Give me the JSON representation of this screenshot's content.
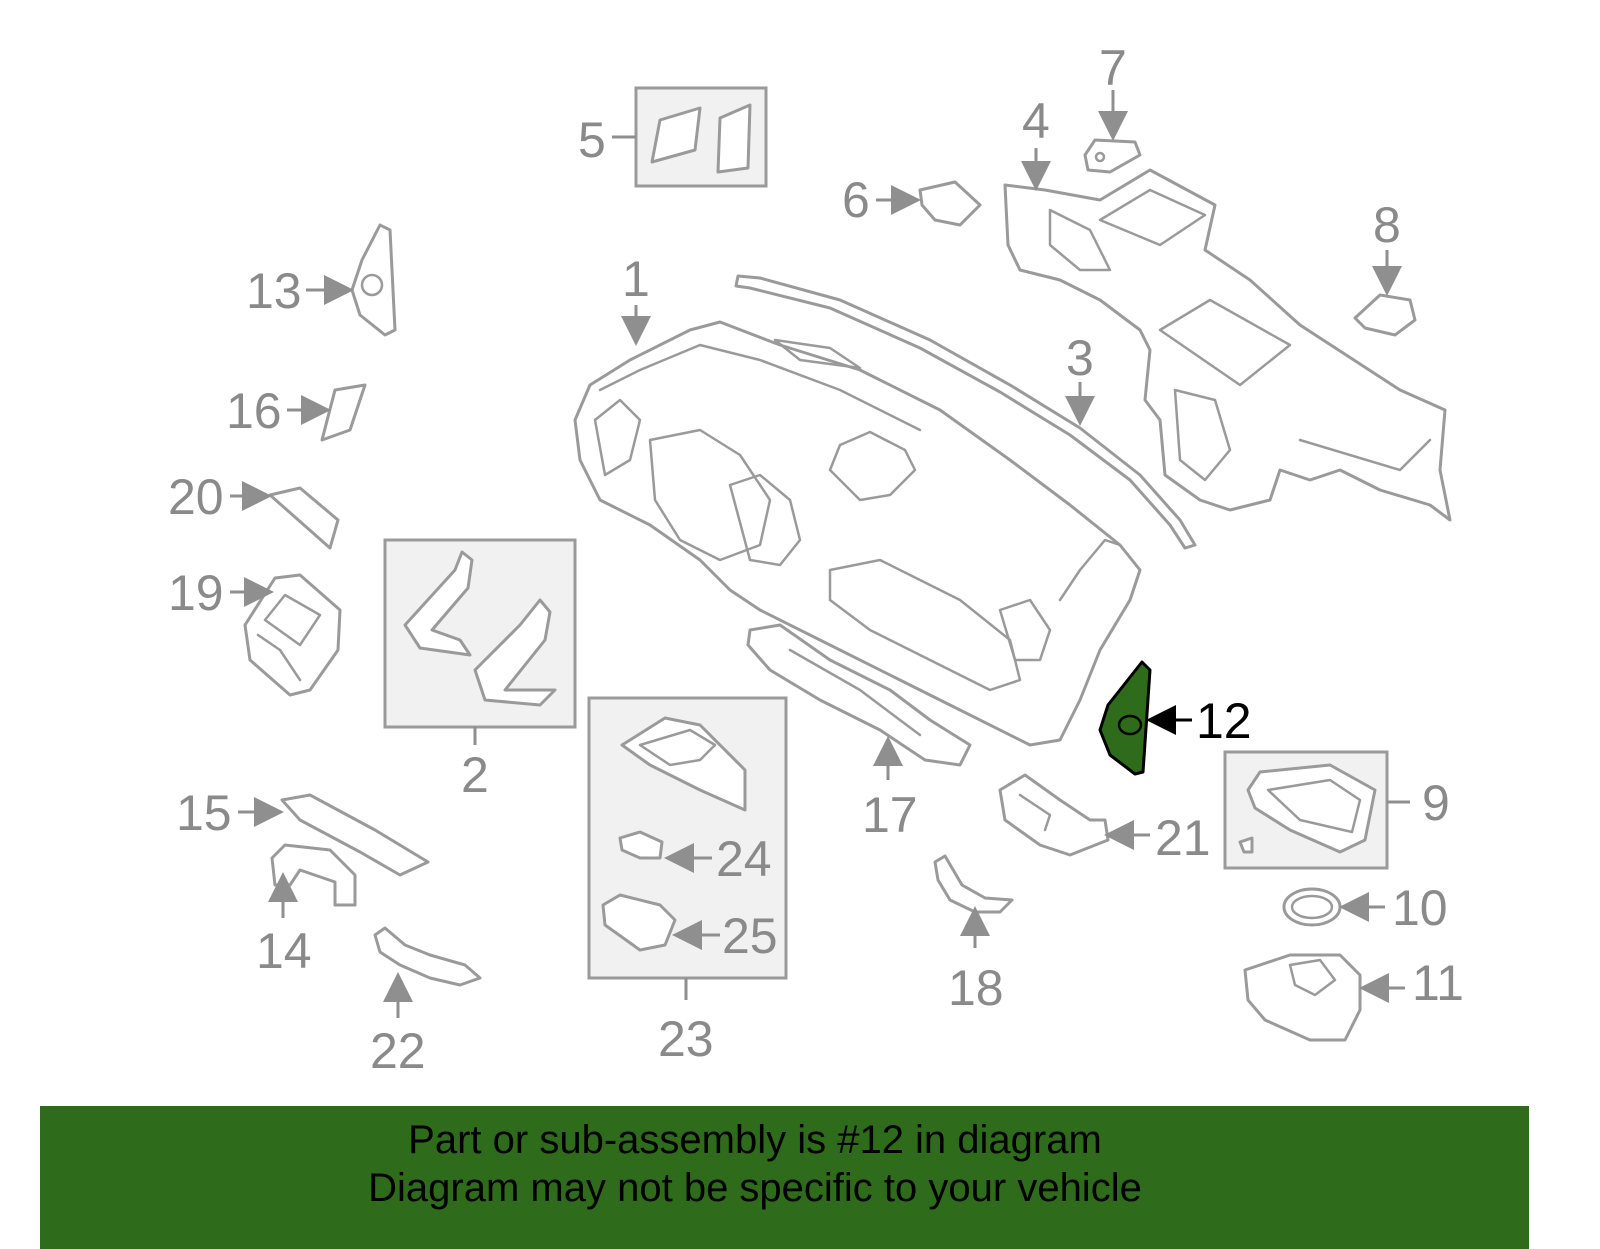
{
  "diagram": {
    "highlighted_part": "12",
    "highlight_color": "#2e6b1a",
    "callouts": [
      "1",
      "2",
      "3",
      "4",
      "5",
      "6",
      "7",
      "8",
      "9",
      "10",
      "11",
      "12",
      "13",
      "14",
      "15",
      "16",
      "17",
      "18",
      "19",
      "20",
      "21",
      "22",
      "23",
      "24",
      "25"
    ]
  },
  "footer": {
    "line1": "Part or sub-assembly is #12 in diagram",
    "line2": "Diagram may not be specific to your vehicle",
    "background": "#2e6b1a"
  }
}
